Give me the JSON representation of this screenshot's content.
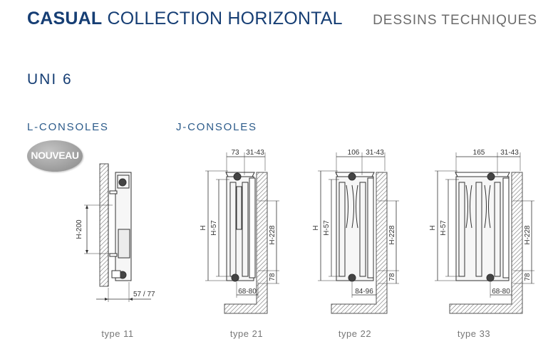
{
  "header": {
    "title_bold": "CASUAL",
    "title_rest": "COLLECTION HORIZONTAL",
    "subtitle": "DESSINS TECHNIQUES"
  },
  "model": "UNI 6",
  "sections": {
    "l_consoles": "L-CONSOLES",
    "j_consoles": "J-CONSOLES"
  },
  "badge": "NOUVEAU",
  "drawings": {
    "type11": {
      "caption": "type 11",
      "dim_height": "H-200",
      "dim_depth": "57 / 77"
    },
    "type21": {
      "caption": "type 21",
      "dim_top_a": "73",
      "dim_top_b": "31-43",
      "dim_h": "H",
      "dim_h57": "H-57",
      "dim_h228": "H-228",
      "dim_78": "78",
      "dim_bottom": "68-80"
    },
    "type22": {
      "caption": "type 22",
      "dim_top_a": "106",
      "dim_top_b": "31-43",
      "dim_h": "H",
      "dim_h57": "H-57",
      "dim_h228": "H-228",
      "dim_78": "78",
      "dim_bottom": "84-96"
    },
    "type33": {
      "caption": "type 33",
      "dim_top_a": "165",
      "dim_top_b": "31-43",
      "dim_h": "H",
      "dim_h57": "H-57",
      "dim_h228": "H-228",
      "dim_78": "78",
      "dim_bottom": "68-80"
    }
  }
}
